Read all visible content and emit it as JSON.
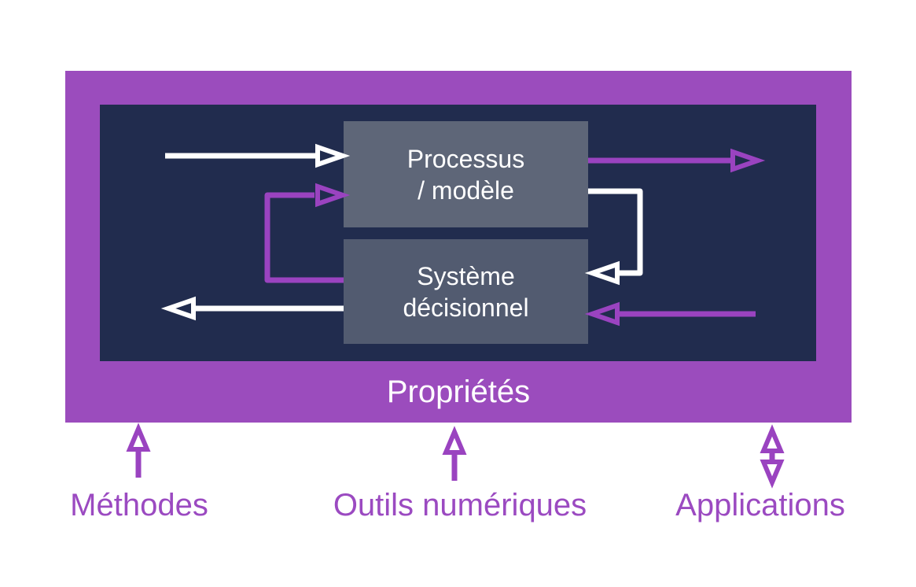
{
  "diagram": {
    "frame_label": "Propriétés",
    "boxes": [
      {
        "id": "process-model",
        "line1": "Processus",
        "line2": "/ modèle"
      },
      {
        "id": "decision-system",
        "line1": "Système",
        "line2": "décisionnel"
      }
    ],
    "bottom_items": [
      {
        "label": "Méthodes",
        "arrow": "up"
      },
      {
        "label": "Outils numériques",
        "arrow": "up"
      },
      {
        "label": "Applications",
        "arrow": "up-down"
      }
    ],
    "arrows": [
      {
        "name": "input-to-process",
        "color": "white",
        "direction": "right",
        "from": "outside-left",
        "to": "Processus / modèle"
      },
      {
        "name": "feedback-decision-to-process",
        "color": "purple",
        "direction": "elbow-up-right",
        "from": "Système décisionnel",
        "to": "Processus / modèle"
      },
      {
        "name": "process-output",
        "color": "purple",
        "direction": "right",
        "from": "Processus / modèle",
        "to": "outside-right"
      },
      {
        "name": "process-to-decision",
        "color": "white",
        "direction": "elbow-down-left",
        "from": "Processus / modèle",
        "to": "Système décisionnel"
      },
      {
        "name": "input-to-decision",
        "color": "purple",
        "direction": "left",
        "from": "outside-right",
        "to": "Système décisionnel"
      },
      {
        "name": "decision-output",
        "color": "white",
        "direction": "left",
        "from": "Système décisionnel",
        "to": "outside-left"
      }
    ],
    "colors": {
      "frame_purple": "#9b4cbd",
      "panel_navy": "#212c4e",
      "process_box_gray": "#5e6678",
      "decision_box_gray": "#525b70",
      "arrow_purple": "#9a43c0",
      "text_purple": "#9b4ac1",
      "text_white": "#ffffff",
      "background": "#ffffff"
    }
  }
}
